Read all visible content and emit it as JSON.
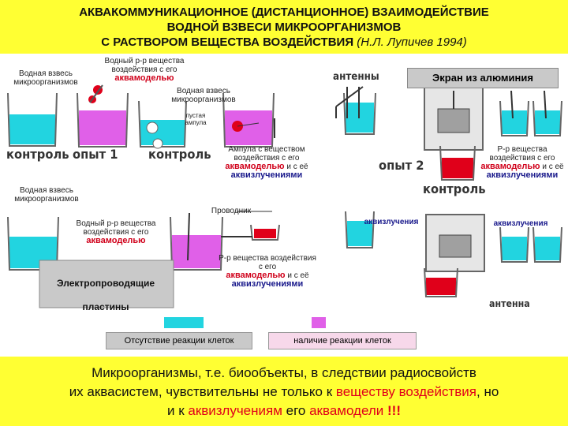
{
  "title": {
    "line1": "АКВАКОММУНИКАЦИОННОЕ (ДИСТАНЦИОННОЕ) ВЗАИМОДЕЙСТВИЕ",
    "line2": "ВОДНОЙ ВЗВЕСИ МИКРООРГАНИЗМОВ",
    "line3_main": "С РАСТВОРОМ ВЕЩЕСТВА ВОЗДЕЙСТВИЯ",
    "line3_author": "(Н.Л. Лупичев 1994)"
  },
  "exp1": {
    "suspension_label": "Водная взвесь микроорганизмов",
    "solution_label": "Водный р-р вещества воздействия с его",
    "solution_label_red": "аквамоделью",
    "suspension_label2": "Водная взвесь микроорганизмов",
    "empty_ampoule": "пустая ампула",
    "control": "контроль",
    "experiment": "опыт 1",
    "control2": "контроль"
  },
  "exp2": {
    "screen_label": "Экран из алюминия",
    "antennas": "антенны",
    "ampoule_label": "Ампула с веществом воздействия с его",
    "ampoule_label_red": "аквамоделью",
    "ampoule_label_and": "и с её",
    "ampoule_label_blue": "аквизлучениями",
    "solution_label": "Р-р вещества воздействия с его",
    "solution_label_red": "аквамоделью",
    "solution_label_and": "и с её",
    "solution_label_blue": "аквизлучениями",
    "experiment": "опыт 2",
    "control": "контроль"
  },
  "exp3": {
    "suspension_label": "Водная взвесь микроорганизмов",
    "conductor": "Проводник",
    "solution_label": "Водный р-р вещества воздействия с его",
    "solution_label_red": "аквамоделью",
    "solution2_label": "Р-р вещества воздействия с его",
    "solution2_label_red": "аквамоделью",
    "solution2_label_and": "и с её",
    "solution2_label_blue": "аквизлучениями",
    "plates_line1": "Электропроводящие",
    "plates_line2": "пластины",
    "emission1": "аквизлучения",
    "emission2": "аквизлучения",
    "antenna": "антенна"
  },
  "legend": {
    "no_reaction": "Отсутствие реакции клеток",
    "reaction": "наличие реакции клеток",
    "color_no": "#22d4e0",
    "color_yes": "#e060e8"
  },
  "conclusion": {
    "line1": "Микроорганизмы, т.е. биообъекты, в следствии радиосвойств",
    "line2_a": "их аквасистем, чувствительны не только к ",
    "line2_red": "веществу воздействия",
    "line2_b": ", но",
    "line3_a": "и к ",
    "line3_red": "аквизлучениям",
    "line3_b": " его ",
    "line3_red2": "аквамодели",
    "line3_c": " !!!"
  },
  "colors": {
    "yellow": "#ffff33",
    "cyan": "#22d4e0",
    "magenta": "#e060e8",
    "red": "#e0001a",
    "gray": "#c9c9c9"
  }
}
